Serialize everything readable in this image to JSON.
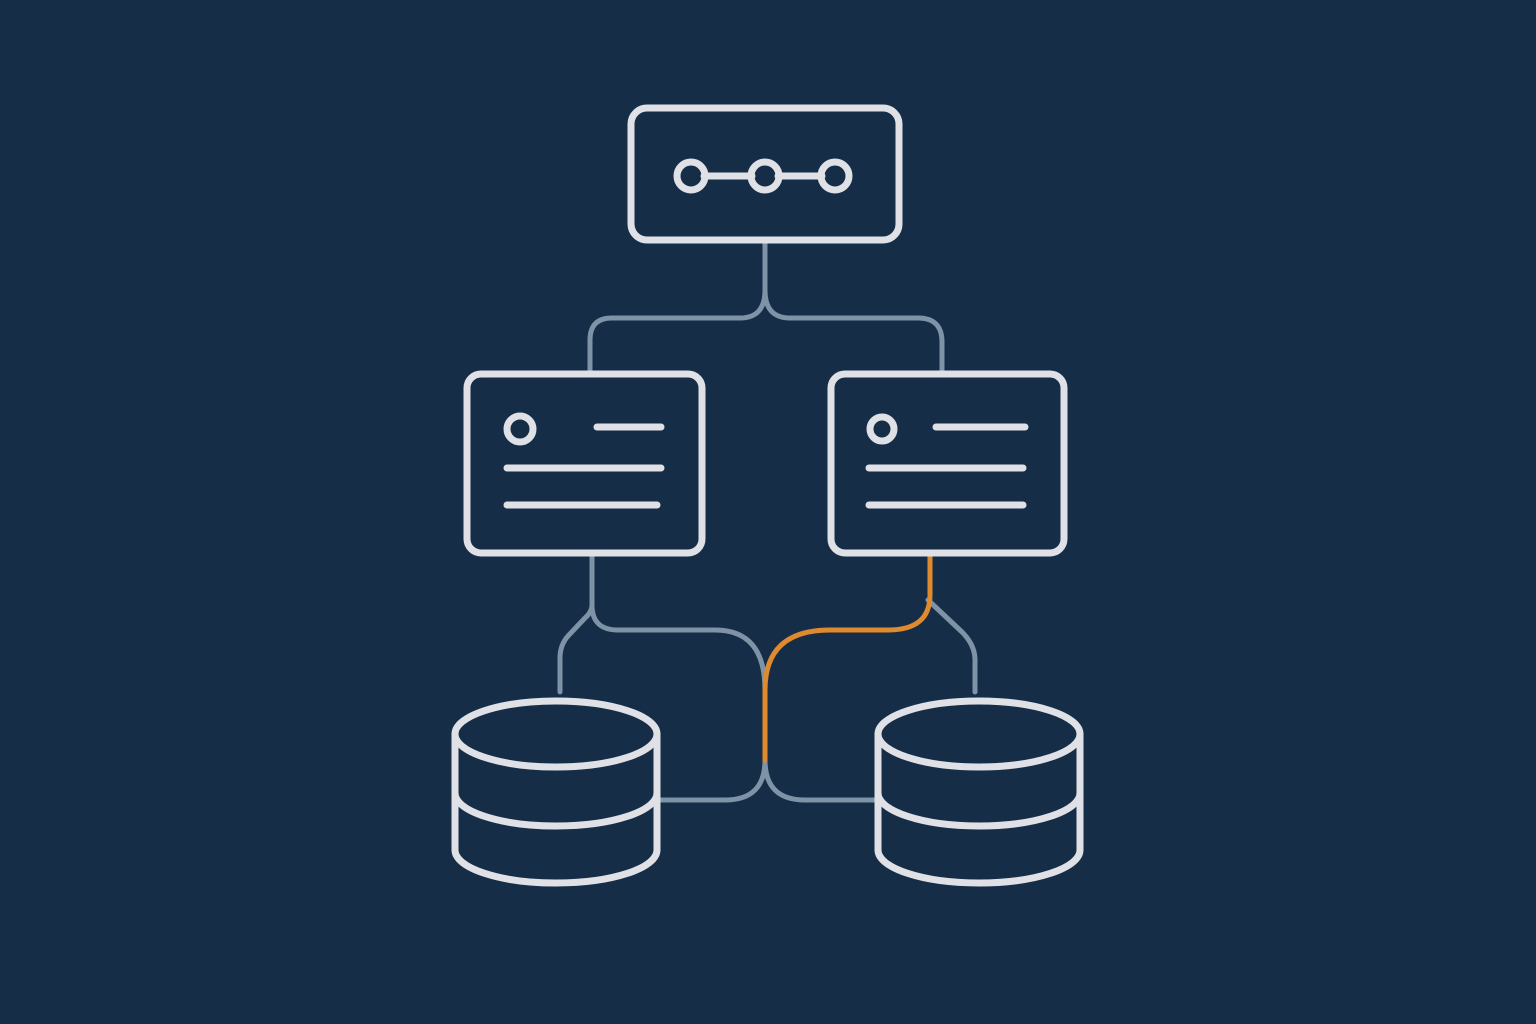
{
  "colors": {
    "background": "#162d48",
    "node_stroke": "#dfe1e6",
    "connector": "#7f93a7",
    "highlight": "#e08a2e"
  },
  "nodes": [
    {
      "id": "gateway",
      "kind": "gateway",
      "icon": "three-connected-dots-icon"
    },
    {
      "id": "service-left",
      "kind": "card",
      "icon": "service-card-icon"
    },
    {
      "id": "service-right",
      "kind": "card",
      "icon": "service-card-icon"
    },
    {
      "id": "database-left",
      "kind": "database",
      "icon": "database-icon"
    },
    {
      "id": "database-right",
      "kind": "database",
      "icon": "database-icon"
    }
  ],
  "edges": [
    {
      "from": "gateway",
      "to": "service-left",
      "highlighted": false
    },
    {
      "from": "gateway",
      "to": "service-right",
      "highlighted": false
    },
    {
      "from": "service-left",
      "to": "database-left",
      "highlighted": false
    },
    {
      "from": "service-left",
      "to": "database-right",
      "highlighted": false
    },
    {
      "from": "service-right",
      "to": "database-right",
      "highlighted": false
    },
    {
      "from": "service-right",
      "to": "database-left",
      "highlighted": true
    }
  ]
}
